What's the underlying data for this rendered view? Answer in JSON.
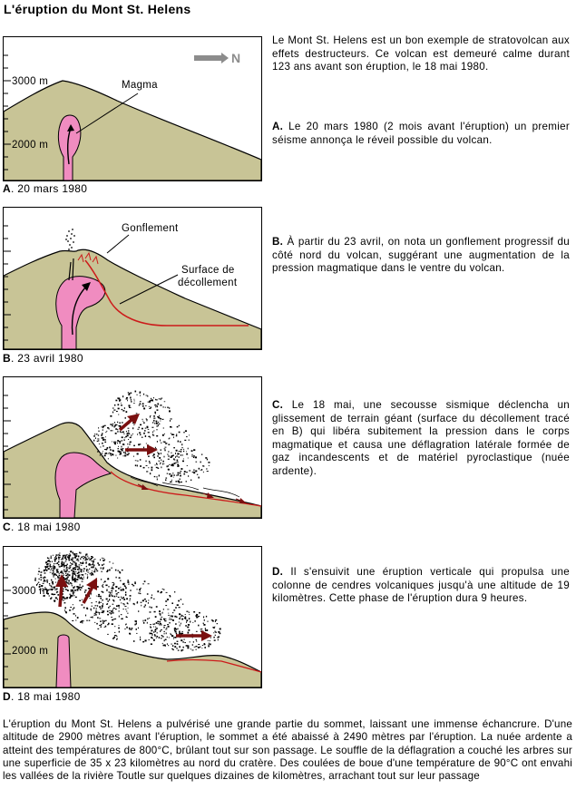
{
  "title": "L'éruption du Mont St. Helens",
  "north_label": "N",
  "panels": [
    {
      "letter": "A",
      "date": ". 20 mars 1980",
      "elev_upper": "3000 m",
      "elev_lower": "2000 m",
      "magma_label": "Magma"
    },
    {
      "letter": "B",
      "date": ". 23 avril 1980",
      "bulge_label": "Gonflement",
      "surface_label_1": "Surface de",
      "surface_label_2": "décollement"
    },
    {
      "letter": "C",
      "date": ". 18 mai 1980"
    },
    {
      "letter": "D",
      "date": ". 18 mai 1980",
      "elev_upper": "3000 m",
      "elev_lower": "2000 m"
    }
  ],
  "paragraphs": {
    "intro": "Le Mont St. Helens est un bon exemple de stratovolcan aux effets destructeurs. Ce volcan est demeuré calme durant 123 ans avant son éruption, le 18 mai 1980.",
    "a_letter": "A.",
    "a_text": " Le 20 mars 1980 (2 mois avant l'éruption) un premier séisme annonça le réveil possible du volcan.",
    "b_letter": "B.",
    "b_text": " À partir du 23 avril, on nota un gonflement progressif du côté nord du volcan, suggérant une augmentation de la pression magmatique dans le ventre du volcan.",
    "c_letter": "C.",
    "c_text": " Le 18 mai, une secousse sismique déclencha un glissement de terrain géant (surface du décollement tracé en B) qui libéra subitement la pression dans le corps magmatique et causa une déflagration latérale formée de gaz incandescents et de matériel pyroclastique (nuée ardente).",
    "d_letter": "D.",
    "d_text": " Il s'ensuivit une éruption verticale qui propulsa une colonne de cendres volcaniques jusqu'à une altitude de 19 kilomètres. Cette phase de l'éruption dura 9 heures."
  },
  "footer": "L'éruption du Mont St. Helens a pulvérisé une grande partie du sommet, laissant une immense échancrure. D'une altitude de 2900 mètres avant l'éruption, le sommet a été abaissé à 2490 mètres par l'éruption. La nuée ardente a atteint des températures de 800°C, brûlant tout sur son passage. Le souffle de la déflagration a couché les arbres sur une superficie de 35 x 23 kilomètres au nord du cratère. Des coulées de boue d'une température de 90°C ont envahi les vallées de la rivière Toutle sur quelques dizaines de kilomètres, arrachant tout sur leur passage",
  "colors": {
    "ground": "#c8c496",
    "magma": "#f08cc0",
    "arrow": "#7a1010",
    "slip": "#cc1a1a",
    "compass": "#8c8c8c"
  }
}
